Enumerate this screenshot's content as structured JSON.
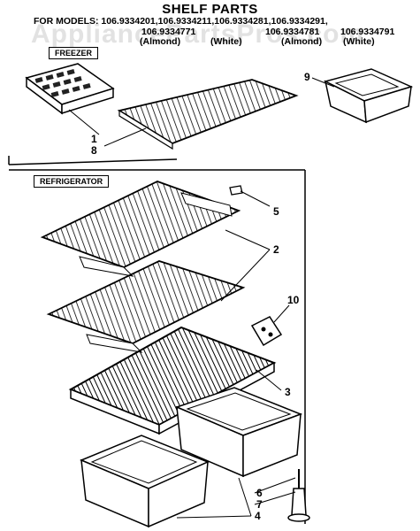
{
  "header": {
    "title": "SHELF PARTS",
    "models_line1": "FOR MODELS: 106.9334201,106.9334211,106.9334281,106.9334291,",
    "models_line2a": "106.9334771",
    "models_line2b": "106.9334781",
    "models_line2c": "106.9334791",
    "models_line3a": "(Almond)",
    "models_line3b": "(White)",
    "models_line3c": "(Almond)",
    "models_line3d": "(White)"
  },
  "watermark": "AppliancePartsPros.com",
  "sections": {
    "freezer": "FREEZER",
    "refrigerator": "REFRIGERATOR"
  },
  "callouts": [
    "1",
    "8",
    "9",
    "5",
    "2",
    "10",
    "3",
    "6",
    "7",
    "4"
  ]
}
